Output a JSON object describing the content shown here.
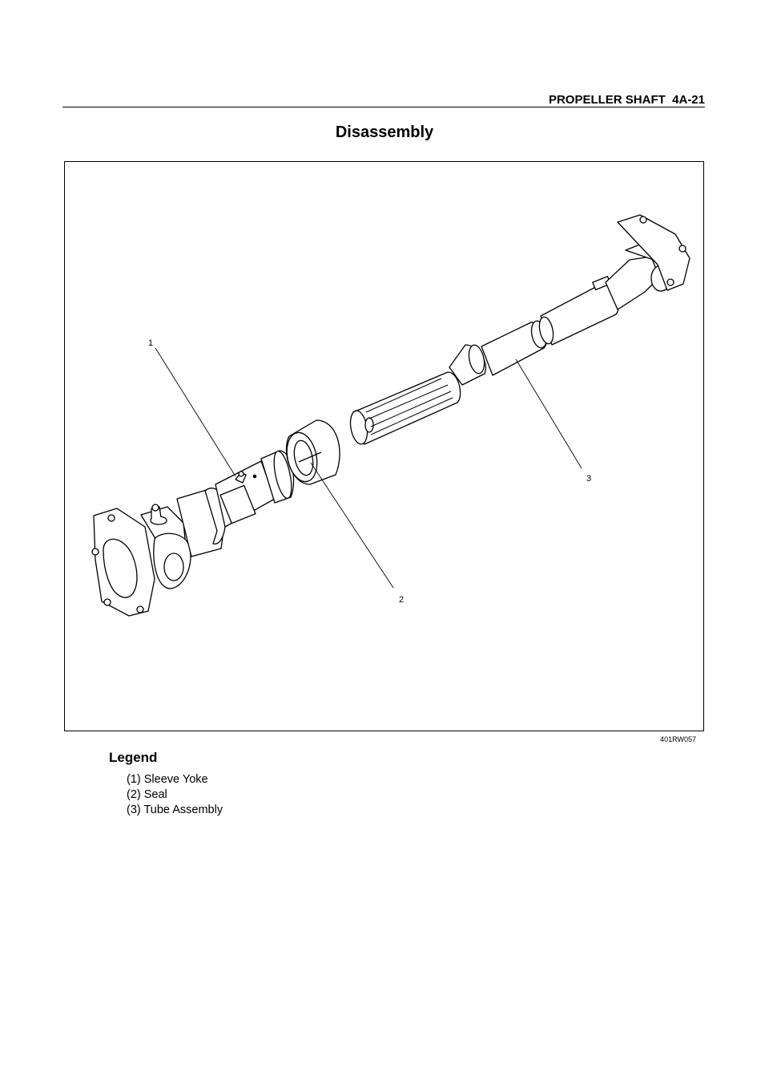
{
  "header": {
    "section": "PROPELLER SHAFT",
    "page": "4A-21"
  },
  "title": "Disassembly",
  "figure": {
    "callouts": [
      "1",
      "2",
      "3"
    ],
    "code": "401RW057"
  },
  "legend": {
    "heading": "Legend",
    "items": [
      "(1) Sleeve Yoke",
      "(2) Seal",
      "(3) Tube Assembly"
    ]
  }
}
